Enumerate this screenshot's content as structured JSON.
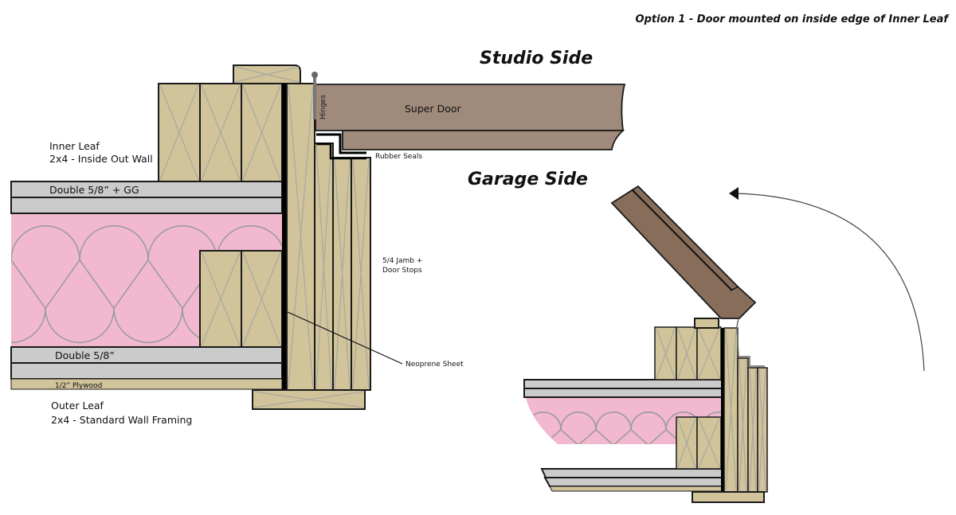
{
  "diagram": {
    "title": "Option 1 - Door mounted on inside edge of  Inner Leaf",
    "sides": {
      "studio": "Studio Side",
      "garage": "Garage Side"
    },
    "labels": {
      "inner_leaf_line1": "Inner Leaf",
      "inner_leaf_line2": "2x4 - Inside Out Wall",
      "double_gg": "Double 5/8” + GG",
      "double": "Double 5/8”",
      "plywood": "1/2” Plywood",
      "outer_leaf_line1": "Outer Leaf",
      "outer_leaf_line2": "2x4 - Standard Wall Framing",
      "super_door": "Super Door",
      "hinges": "Hinges",
      "rubber_seals": "Rubber Seals",
      "jamb_line1": "5/4 Jamb +",
      "jamb_line2": "Door Stops",
      "neoprene": "Neoprene Sheet"
    },
    "colors": {
      "wood": "#d1c39a",
      "gypsum": "#cbcbcb",
      "insulation": "#f2b8cf",
      "door_closed": "#9f8a7c",
      "door_open": "#876d5a",
      "neoprene": "#000000"
    },
    "icons": {
      "swing_arrow": "curved-arrow-icon"
    }
  }
}
